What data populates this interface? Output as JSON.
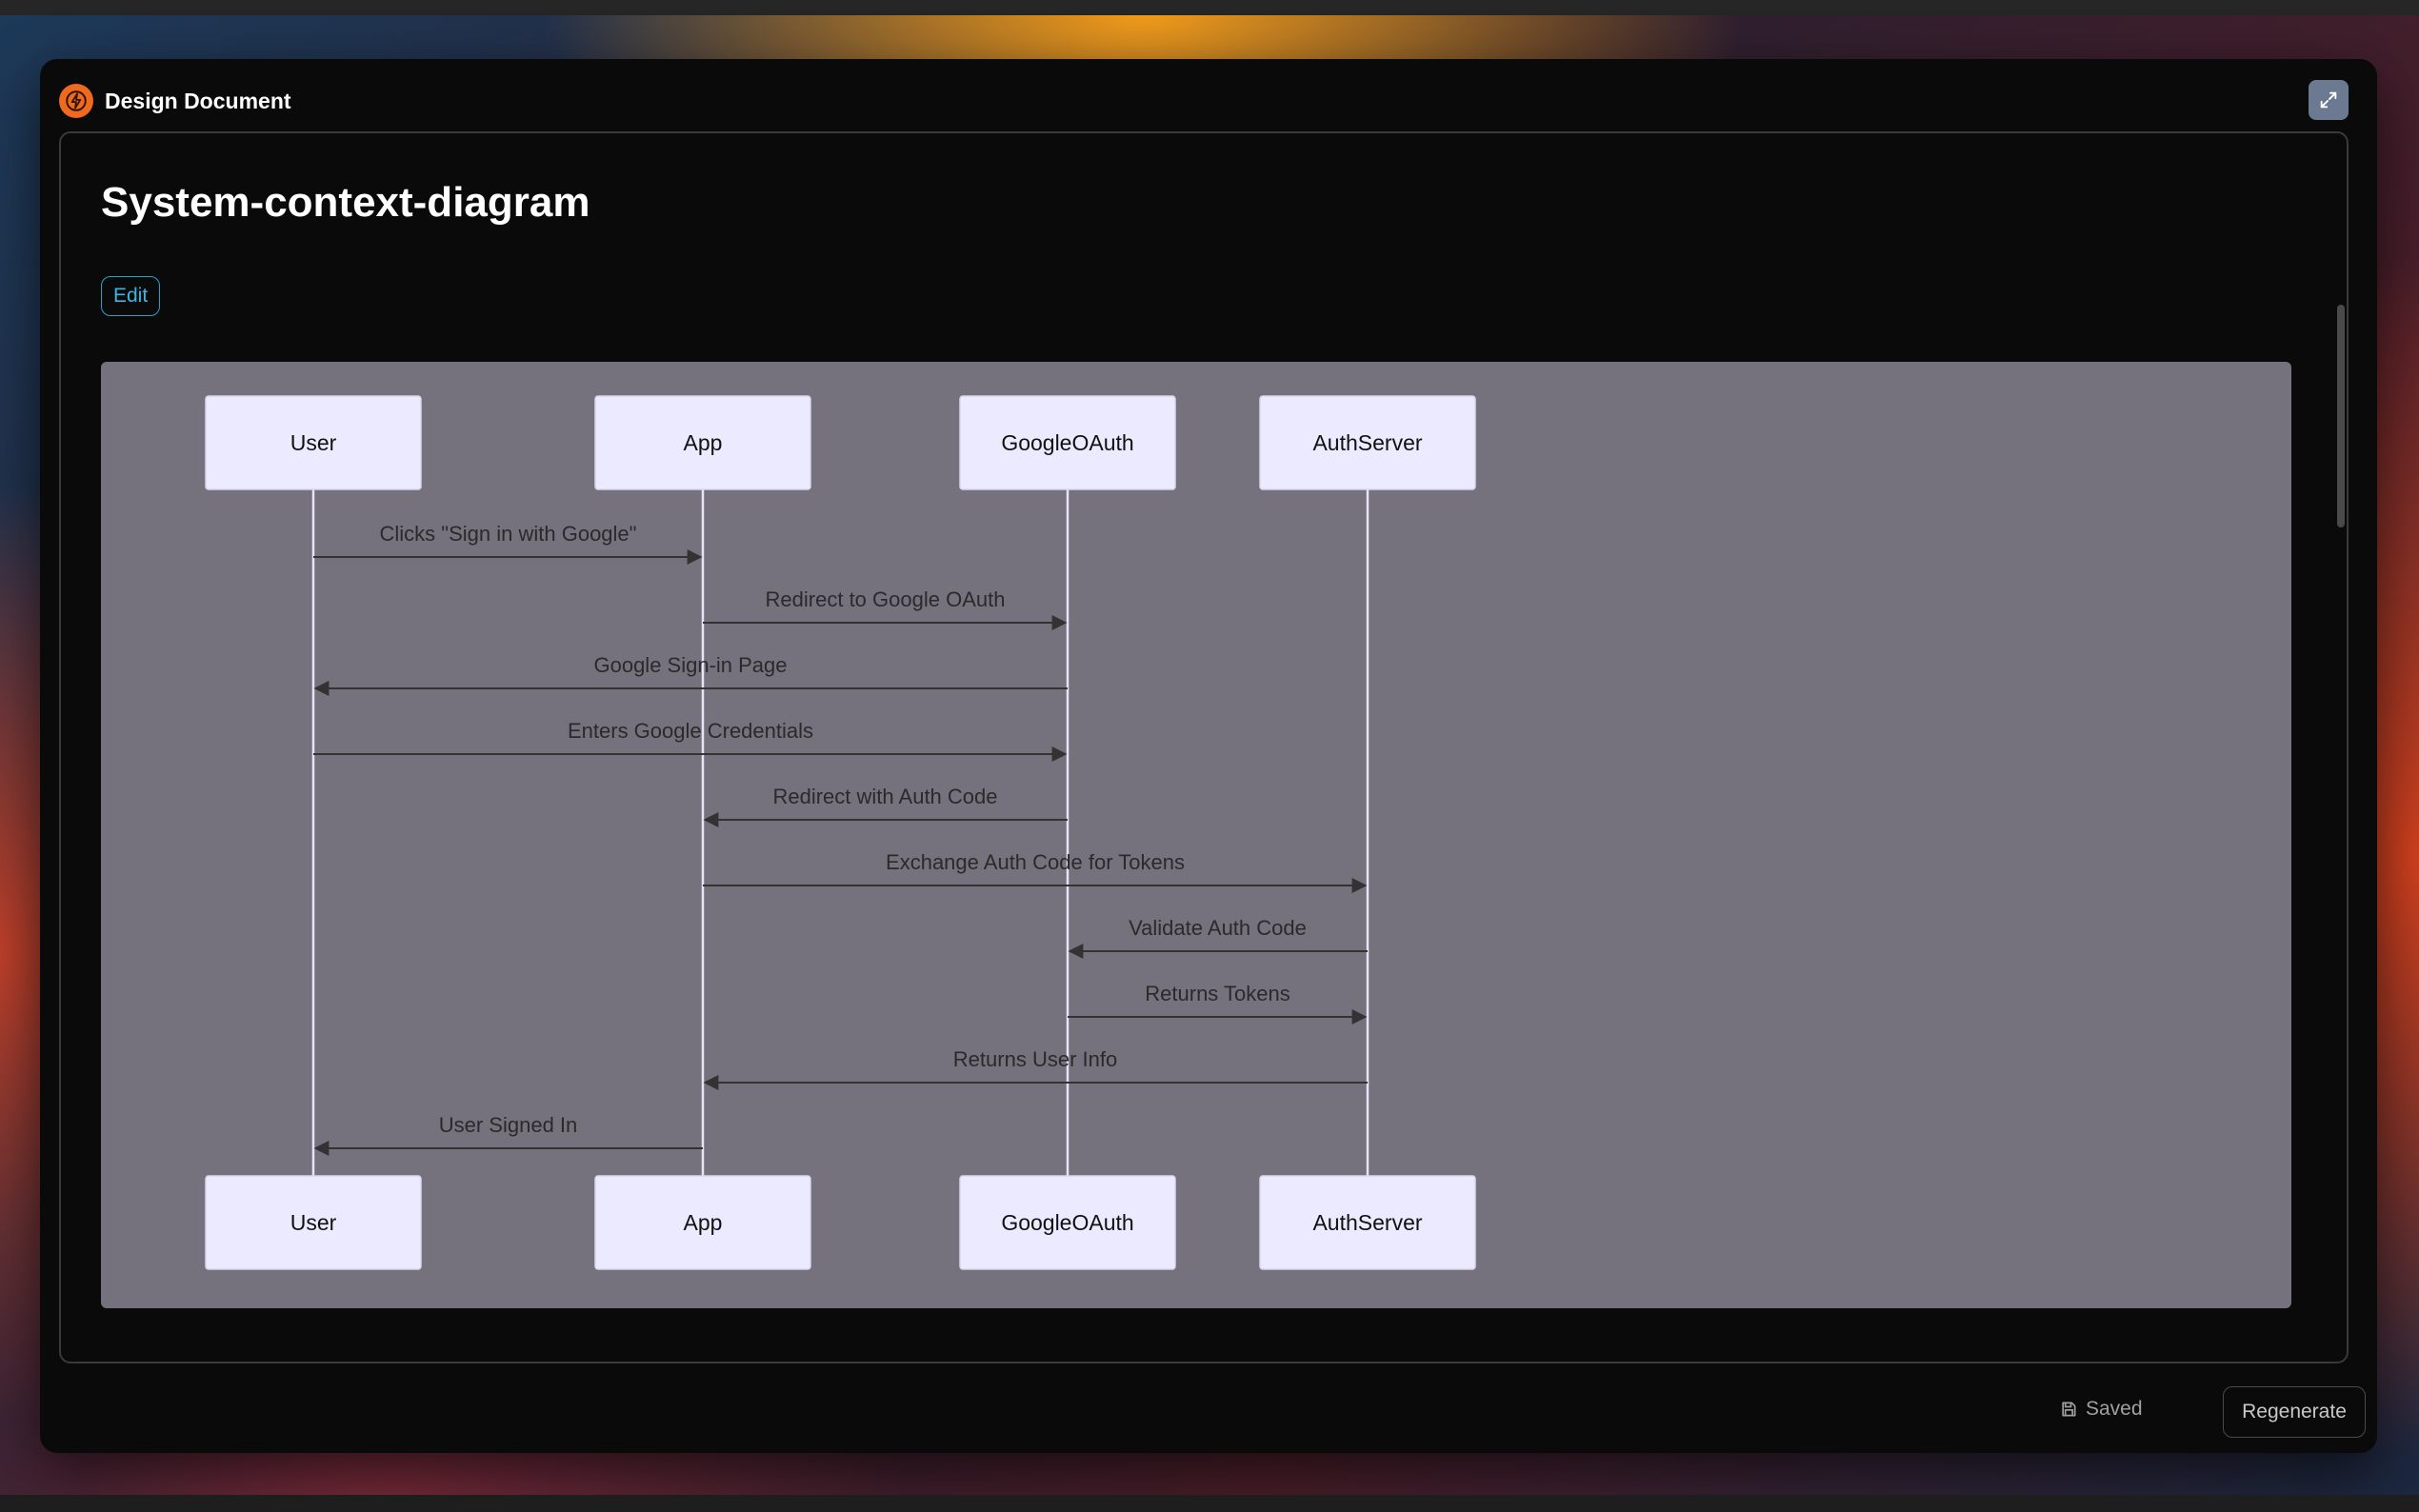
{
  "window": {
    "title": "Design Document"
  },
  "page": {
    "title": "System-context-diagram",
    "edit_label": "Edit"
  },
  "diagram": {
    "participants": [
      "User",
      "App",
      "GoogleOAuth",
      "AuthServer"
    ],
    "messages": [
      {
        "from": "User",
        "to": "App",
        "label": "Clicks \"Sign in with Google\""
      },
      {
        "from": "App",
        "to": "GoogleOAuth",
        "label": "Redirect to Google OAuth"
      },
      {
        "from": "GoogleOAuth",
        "to": "User",
        "label": "Google Sign-in Page"
      },
      {
        "from": "User",
        "to": "GoogleOAuth",
        "label": "Enters Google Credentials"
      },
      {
        "from": "GoogleOAuth",
        "to": "App",
        "label": "Redirect with Auth Code"
      },
      {
        "from": "App",
        "to": "AuthServer",
        "label": "Exchange Auth Code for Tokens"
      },
      {
        "from": "AuthServer",
        "to": "GoogleOAuth",
        "label": "Validate Auth Code"
      },
      {
        "from": "GoogleOAuth",
        "to": "AuthServer",
        "label": "Returns Tokens"
      },
      {
        "from": "AuthServer",
        "to": "App",
        "label": "Returns User Info"
      },
      {
        "from": "App",
        "to": "User",
        "label": "User Signed In"
      }
    ]
  },
  "footer": {
    "saved_label": "Saved",
    "regenerate_label": "Regenerate"
  },
  "colors": {
    "accent": "#ef6a1f",
    "edit_blue": "#3bb6e0",
    "diagram_bg": "#75727d",
    "actor_fill": "#eceaff",
    "lifeline": "#e6e4f5",
    "arrow": "#333333"
  }
}
